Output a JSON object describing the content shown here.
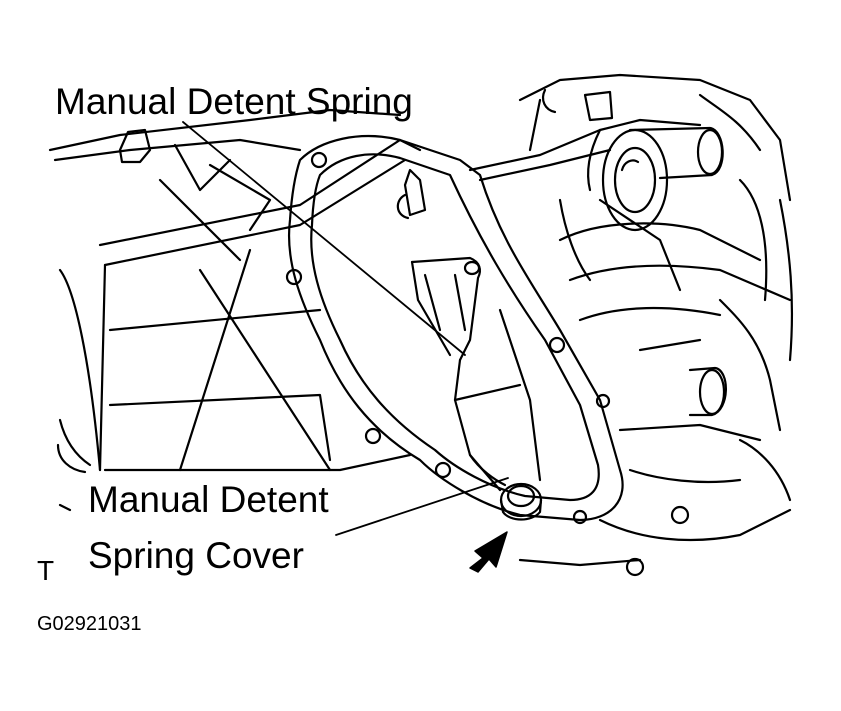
{
  "callouts": {
    "spring": "Manual Detent Spring",
    "cover_line1": "Manual Detent",
    "cover_line2": "Spring Cover"
  },
  "corner_letter": "T",
  "figure_code": "G02921031",
  "colors": {
    "ink": "#000000",
    "paper": "#ffffff"
  }
}
